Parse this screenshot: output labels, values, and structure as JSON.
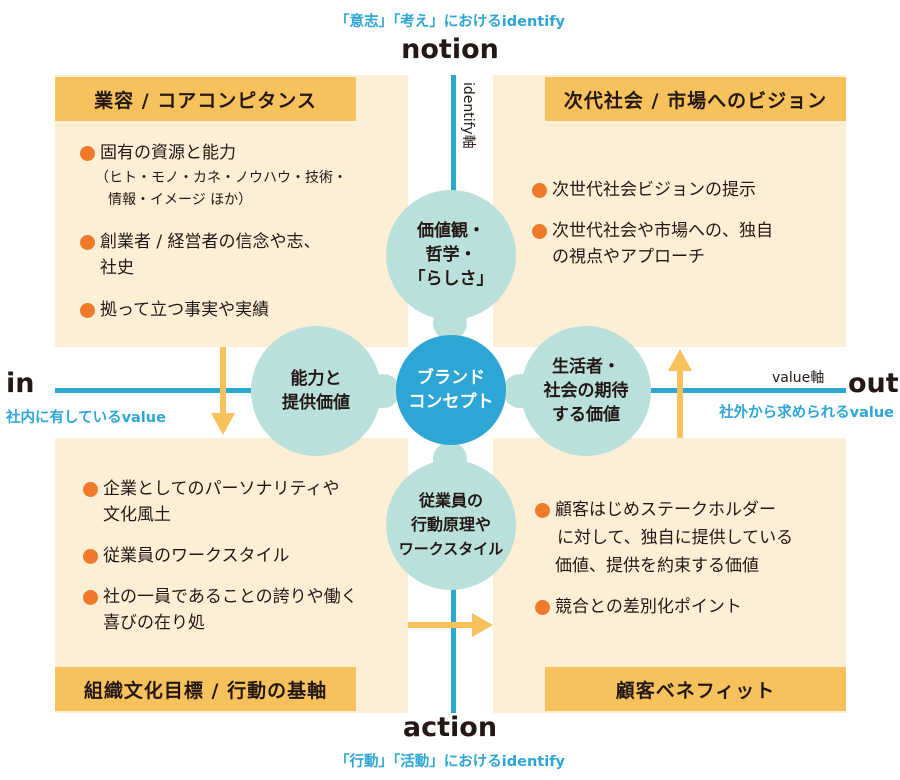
{
  "axes": {
    "top": {
      "caption": "「意志」「考え」におけるidentify",
      "label": "notion"
    },
    "bottom": {
      "label": "action",
      "caption": "「行動」「活動」におけるidentify"
    },
    "left": {
      "label": "in",
      "caption": "社内に有しているvalue"
    },
    "right": {
      "label": "out",
      "caption": "社外から求められるvalue"
    },
    "vertical_axis_name": "identify軸",
    "horizontal_axis_name": "value軸"
  },
  "quadrants": {
    "top_left": {
      "title": "業容 / コアコンピタンス",
      "items": [
        {
          "text": "固有の資源と能力",
          "note_line1": "（ヒト・モノ・カネ・ノウハウ・技術・",
          "note_line2": "情報・イメージ ほか）"
        },
        {
          "line1": "創業者 / 経営者の信念や志、",
          "line2": "社史"
        },
        {
          "text": "拠って立つ事実や実績"
        }
      ]
    },
    "top_right": {
      "title": "次代社会 / 市場へのビジョン",
      "items": [
        {
          "text": "次世代社会ビジョンの提示"
        },
        {
          "line1": "次世代社会や市場への、独自",
          "line2": "の視点やアプローチ"
        }
      ]
    },
    "bottom_left": {
      "title": "組織文化目標 / 行動の基軸",
      "items": [
        {
          "line1": "企業としてのパーソナリティや",
          "line2": "文化風土"
        },
        {
          "text": "従業員のワークスタイル"
        },
        {
          "line1": "社の一員であることの誇りや働く",
          "line2": "喜びの在り処"
        }
      ]
    },
    "bottom_right": {
      "title": "顧客ベネフィット",
      "items": [
        {
          "line1": "顧客はじめステークホルダー",
          "line2": "に対して、独自に提供している",
          "line3": "価値、提供を約束する価値"
        },
        {
          "text": "競合との差別化ポイント"
        }
      ]
    }
  },
  "circles": {
    "center": {
      "line1": "ブランド",
      "line2": "コンセプト"
    },
    "top": {
      "line1": "価値観・",
      "line2": "哲学・",
      "line3": "「らしさ」"
    },
    "left": {
      "line1": "能力と",
      "line2": "提供価値"
    },
    "right": {
      "line1": "生活者・",
      "line2": "社会の期待",
      "line3": "する価値"
    },
    "bottom": {
      "line1": "従業員の",
      "line2": "行動原理や",
      "line3": "ワークスタイル"
    }
  },
  "colors": {
    "quadrant_fill": "#fdefd6",
    "label_fill": "#f7c15c",
    "axis_blue": "#2ea6d5",
    "circle_fill": "#b9e0da",
    "center_fill": "#2ea6d5",
    "bullet_orange": "#ee7a2a",
    "arrow_yellow": "#f7c15c"
  }
}
